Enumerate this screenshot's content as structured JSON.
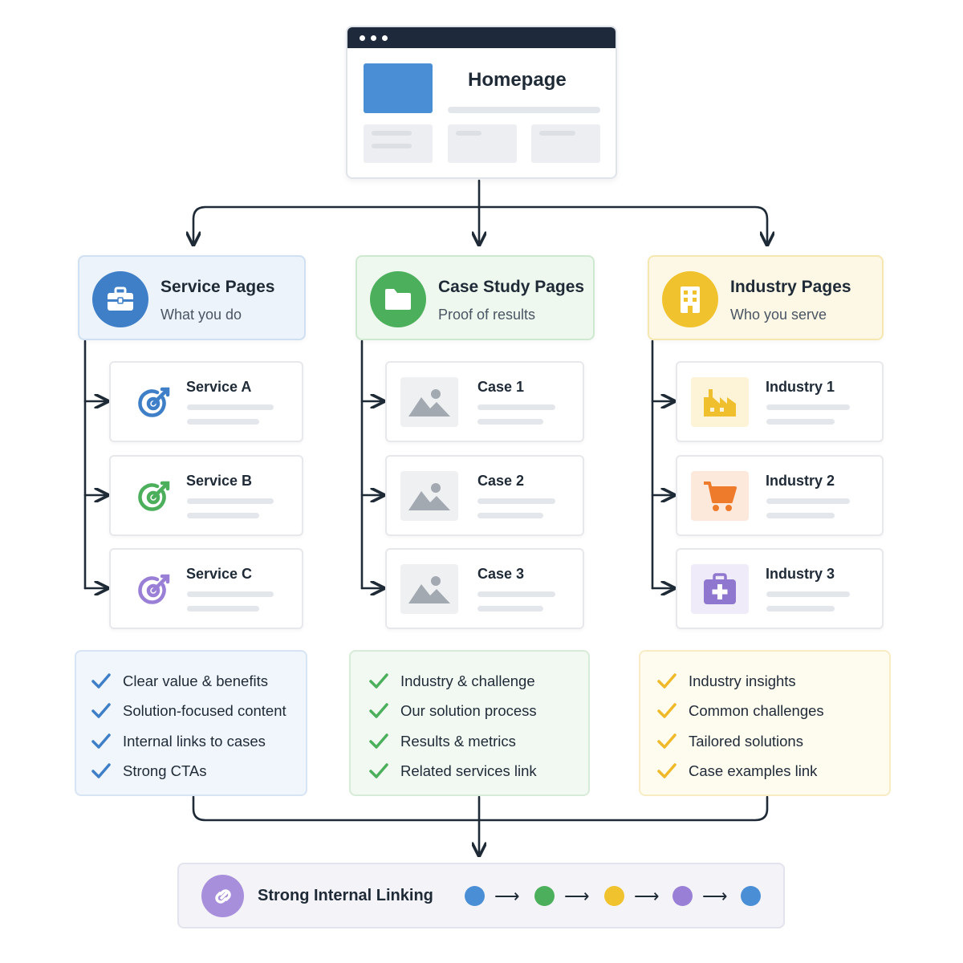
{
  "homepage": {
    "title": "Homepage"
  },
  "columns": [
    {
      "id": "service",
      "title": "Service Pages",
      "subtitle": "What you do",
      "icon": "briefcase-icon",
      "accent": "#3f7fc8",
      "header_bg": "#edf3fb",
      "header_border": "#cfe0f3",
      "items": [
        {
          "label": "Service A",
          "icon": "target-icon",
          "color": "#3f7fc8"
        },
        {
          "label": "Service B",
          "icon": "target-icon",
          "color": "#4caf5c"
        },
        {
          "label": "Service C",
          "icon": "target-icon",
          "color": "#9a7fd6"
        }
      ],
      "checklist": [
        "Clear value & benefits",
        "Solution-focused content",
        "Internal links to cases",
        "Strong CTAs"
      ]
    },
    {
      "id": "case",
      "title": "Case Study Pages",
      "subtitle": "Proof of results",
      "icon": "folder-icon",
      "accent": "#4caf5c",
      "header_bg": "#eef8ee",
      "header_border": "#cfe9d0",
      "items": [
        {
          "label": "Case 1",
          "icon": "image-icon",
          "color": "#a3a9b1"
        },
        {
          "label": "Case 2",
          "icon": "image-icon",
          "color": "#a3a9b1"
        },
        {
          "label": "Case 3",
          "icon": "image-icon",
          "color": "#a3a9b1"
        }
      ],
      "checklist": [
        "Industry & challenge",
        "Our solution process",
        "Results & metrics",
        "Related services link"
      ]
    },
    {
      "id": "industry",
      "title": "Industry Pages",
      "subtitle": "Who you serve",
      "icon": "building-icon",
      "accent": "#f0c22e",
      "header_bg": "#fdf8e6",
      "header_border": "#f6e7b0",
      "items": [
        {
          "label": "Industry 1",
          "icon": "factory-icon",
          "color": "#efbf2d"
        },
        {
          "label": "Industry 2",
          "icon": "cart-icon",
          "color": "#ee7a2b"
        },
        {
          "label": "Industry 3",
          "icon": "medical-kit-icon",
          "color": "#8f77d0"
        }
      ],
      "checklist": [
        "Industry insights",
        "Common challenges",
        "Tailored solutions",
        "Case examples link"
      ]
    }
  ],
  "banner": {
    "title": "Strong Internal Linking",
    "icon": "link-icon",
    "flow_colors": [
      "#4a8fd6",
      "#4caf5c",
      "#f0c22e",
      "#9a7fd6",
      "#4a8fd6"
    ]
  }
}
